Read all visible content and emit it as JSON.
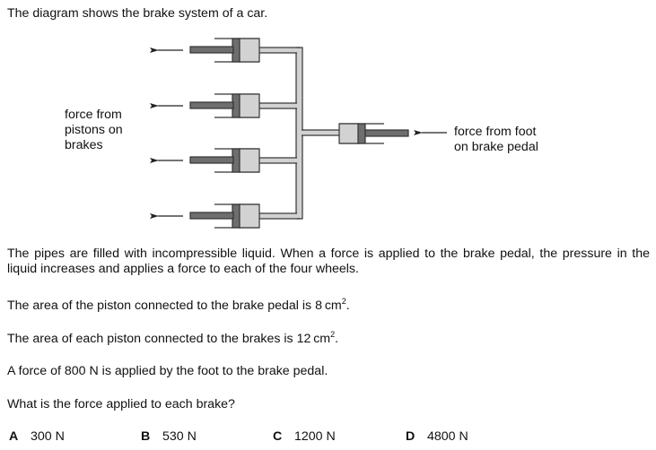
{
  "intro": "The diagram shows the brake system of a car.",
  "diagram": {
    "left_label": [
      "force from",
      "pistons on",
      "brakes"
    ],
    "right_label": [
      "force from foot",
      "on brake pedal"
    ],
    "brake_piston_count": 4,
    "colors": {
      "liquid": "#d2d2d2",
      "piston": "#6e6e6e",
      "outline": "#333333"
    }
  },
  "paragraph": "The pipes are filled with incompressible liquid. When a force is applied to the brake pedal, the pressure in the liquid increases and applies a force to each of the four wheels.",
  "statements": {
    "pedal_area": {
      "prefix": "The area of the piston connected to the brake pedal is ",
      "value": "8",
      "unit": "cm",
      "power": "2",
      "suffix": "."
    },
    "brake_area": {
      "prefix": "The area of each piston connected to the brakes is ",
      "value": "12",
      "unit": "cm",
      "power": "2",
      "suffix": "."
    },
    "force": "A force of 800 N is applied by the foot to the brake pedal."
  },
  "question": "What is the force applied to each brake?",
  "options": [
    {
      "letter": "A",
      "text": "300 N"
    },
    {
      "letter": "B",
      "text": "530 N"
    },
    {
      "letter": "C",
      "text": "1200 N"
    },
    {
      "letter": "D",
      "text": "4800 N"
    }
  ]
}
